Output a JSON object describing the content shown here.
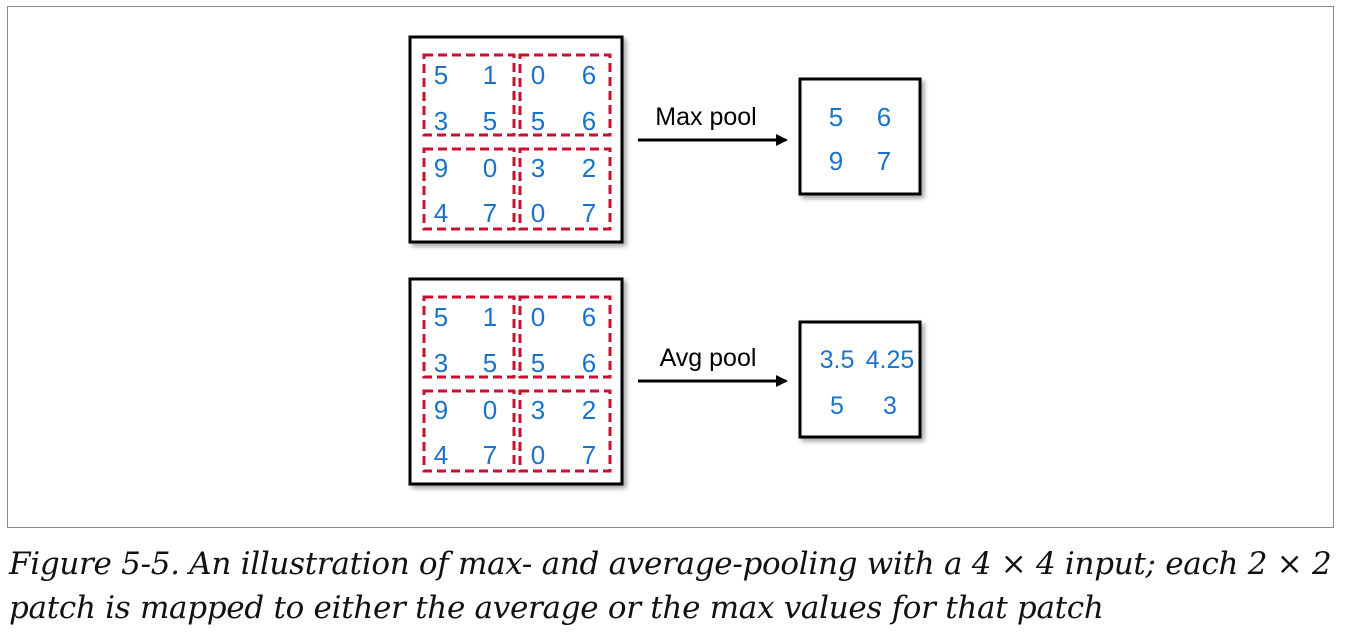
{
  "figure": {
    "max_example": {
      "input": [
        [
          "5",
          "1",
          "0",
          "6"
        ],
        [
          "3",
          "5",
          "5",
          "6"
        ],
        [
          "9",
          "0",
          "3",
          "2"
        ],
        [
          "4",
          "7",
          "0",
          "7"
        ]
      ],
      "label": "Max pool",
      "output": [
        [
          "5",
          "6"
        ],
        [
          "9",
          "7"
        ]
      ]
    },
    "avg_example": {
      "input": [
        [
          "5",
          "1",
          "0",
          "6"
        ],
        [
          "3",
          "5",
          "5",
          "6"
        ],
        [
          "9",
          "0",
          "3",
          "2"
        ],
        [
          "4",
          "7",
          "0",
          "7"
        ]
      ],
      "label": "Avg pool",
      "output": [
        [
          "3.5",
          "4.25"
        ],
        [
          "5",
          "3"
        ]
      ]
    },
    "colors": {
      "numbers": "#1a73c9",
      "patch_border": "#c8102e",
      "box_border": "#000000",
      "arrow": "#000000"
    }
  },
  "caption": {
    "line1": "Figure 5-5. An illustration of max- and average-pooling with a 4 × 4 input; each 2 × 2",
    "line2": "patch is mapped to either the average or the max values for that patch"
  }
}
